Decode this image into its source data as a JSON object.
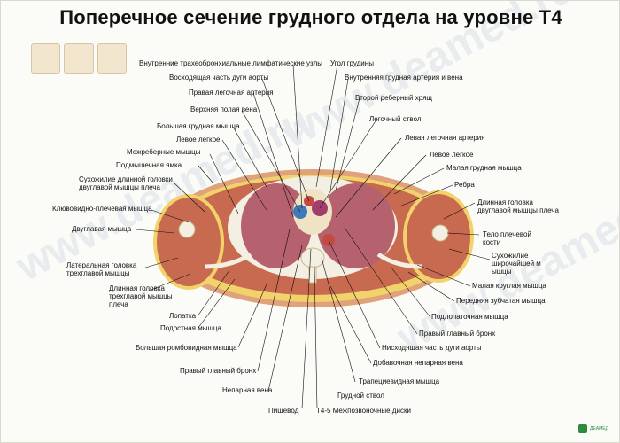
{
  "title": "Поперечное сечение грудного отдела  на уровне  Т4",
  "watermark": "www.deamed.ru",
  "logo": {
    "text": "ДЕАМЕД",
    "color": "#2e8b3d"
  },
  "colors": {
    "muscle": "#c86a4f",
    "fat": "#f2d36b",
    "lung": "#b5616e",
    "bone": "#f3efe2",
    "skin": "#e0a27a"
  },
  "labels": {
    "l1": "Внутренние трахеобронхиальные лимфатические узлы",
    "l2": "Угол грудины",
    "l3": "Восходящая часть дуги аорты",
    "l4": "Внутренняя грудная артерия и вена",
    "l5": "Правая легочная артерия",
    "l6": "Второй реберный хрящ",
    "l7": "Верхняя полая вена",
    "l8": "Легочный ствол",
    "l9": "Большая грудная мышца",
    "l10": "Левая легочная артерия",
    "l11": "Левое легкое",
    "l12": "Левое легкое",
    "l13": "Межреберные мышцы",
    "l14": "Малая грудная мышца",
    "l15": "Подмышечная ямка",
    "l16": "Ребра",
    "l17": "Сухожилие длинной головки двуглавой мышцы плеча",
    "l18": "Длинная головка двуглавой мышцы плеча",
    "l19": "Клювовидно-плечевая мышца",
    "l20": "Тело плечевой кости",
    "l21": "Двуглавая мышца",
    "l22": "Сухожилие широчайшей м ышцы",
    "l23": "Латеральная головка трехглавой мышцы",
    "l24": "Малая круглая мышца",
    "l25": "Длинная головка трехглавой мышцы плеча",
    "l26": "Передняя зубчатая мышца",
    "l27": "Лопатка",
    "l28": "Подлопаточная мышца",
    "l29": "Подостная мышца",
    "l30": "Правый главный бронх",
    "l31": "Нисходящая часть дуги аорты",
    "l32": "Большая ромбовидная мышца",
    "l33": "Добавочная непарная вена",
    "l34": "Правый главный бронх",
    "l35": "Трапециевидная мышца",
    "l36": "Непарная вена",
    "l37": "Грудной ствол",
    "l38": "Пищевод",
    "l39": "T4-5 Межпозвоночные диски"
  }
}
